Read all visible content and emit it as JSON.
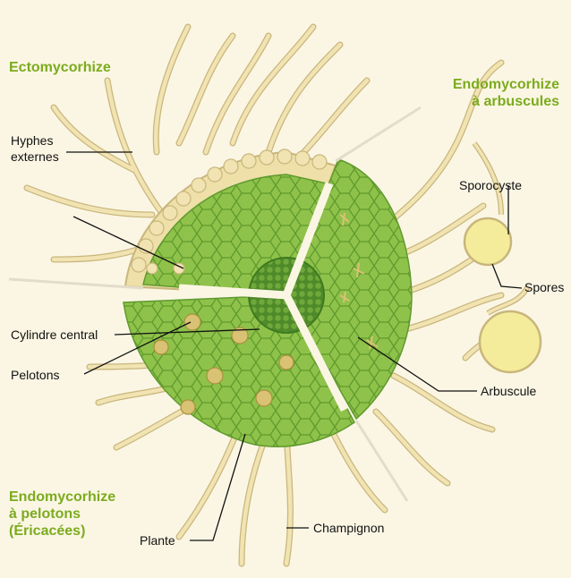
{
  "titles": {
    "ecto": "Ectomycorhize",
    "arbus_line1": "Endomycorhize",
    "arbus_line2": "à arbuscules",
    "pelo_line1": "Endomycorhize",
    "pelo_line2": "à pelotons",
    "pelo_line3": "(Éricacées)"
  },
  "labels": {
    "hyphes_line1": "Hyphes",
    "hyphes_line2": "externes",
    "sporocyste": "Sporocyste",
    "spores": "Spores",
    "cylindre": "Cylindre central",
    "pelotons": "Pelotons",
    "arbuscule": "Arbuscule",
    "plante": "Plante",
    "champignon": "Champignon"
  },
  "colors": {
    "background": "#fbf6e4",
    "title_green": "#7cab1e",
    "cell_green": "#8fc24a",
    "cell_dark": "#5f9a2e",
    "hypha": "#f1e3b2",
    "hypha_edge": "#c9b67c"
  }
}
